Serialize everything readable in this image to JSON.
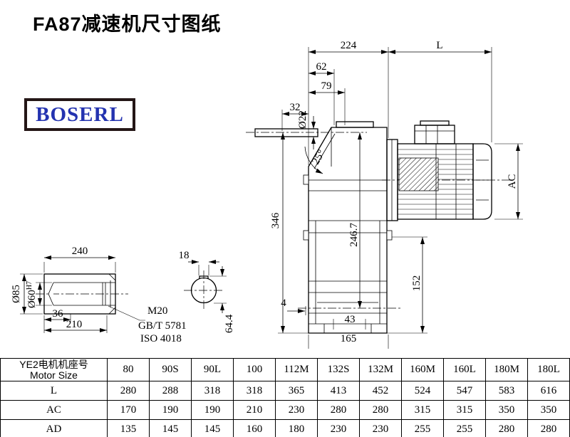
{
  "page": {
    "title": "FA87减速机尺寸图纸",
    "logo": "BOSERL"
  },
  "drawing": {
    "dims": {
      "d224": "224",
      "dL": "L",
      "d62": "62",
      "d79": "79",
      "d32": "32",
      "dia22": "Ø22",
      "a25": "25°",
      "d346": "346",
      "d246_7": "246.7",
      "dAC": "AC",
      "d152": "152",
      "d4": "4",
      "d43": "43",
      "d165": "165",
      "d240": "240",
      "dia85": "Ø85",
      "dia60": "Ø60",
      "dia60sup": "H7",
      "d36": "36",
      "d210": "210",
      "d18": "18",
      "d64_4": "64.4",
      "m20": "M20",
      "gbt": "GB/T 5781",
      "iso": "ISO 4018"
    }
  },
  "table": {
    "header_cn": "YE2电机机座号",
    "header_en": "Motor Size",
    "columns": [
      "80",
      "90S",
      "90L",
      "100",
      "112M",
      "132S",
      "132M",
      "160M",
      "160L",
      "180M",
      "180L"
    ],
    "rows": [
      {
        "label": "L",
        "values": [
          "280",
          "288",
          "318",
          "318",
          "365",
          "413",
          "452",
          "524",
          "547",
          "583",
          "616"
        ]
      },
      {
        "label": "AC",
        "values": [
          "170",
          "190",
          "190",
          "210",
          "230",
          "280",
          "280",
          "315",
          "315",
          "350",
          "350"
        ]
      },
      {
        "label": "AD",
        "values": [
          "135",
          "145",
          "145",
          "160",
          "180",
          "230",
          "230",
          "255",
          "255",
          "280",
          "280"
        ]
      }
    ]
  }
}
